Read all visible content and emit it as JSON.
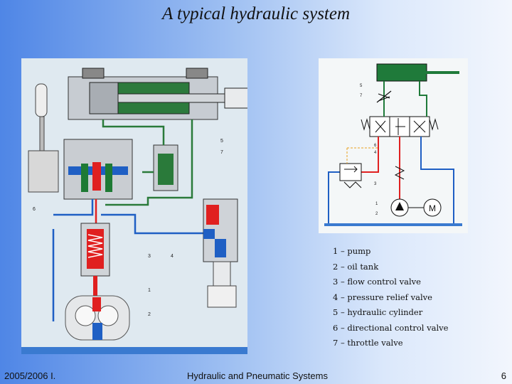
{
  "title": "A typical hydraulic system",
  "legend": [
    "1 – pump",
    "2 – oil tank",
    "3 – flow control valve",
    "4 – pressure relief valve",
    "5 – hydraulic cylinder",
    "6 – directional control valve",
    "7 – throttle valve"
  ],
  "left_callouts": [
    "3",
    "4",
    "1",
    "2",
    "5",
    "7",
    "6"
  ],
  "right_callouts": [
    "5",
    "7",
    "6",
    "4",
    "3",
    "1",
    "2"
  ],
  "motor_label": "M",
  "footer": {
    "date": "2005/2006 I.",
    "course": "Hydraulic and Pneumatic Systems",
    "page": "6"
  },
  "colors": {
    "pressure": "#e02020",
    "return": "#1f5fc4",
    "cylinder_line": "#1f7a3a",
    "tank": "#3a7ad0"
  }
}
